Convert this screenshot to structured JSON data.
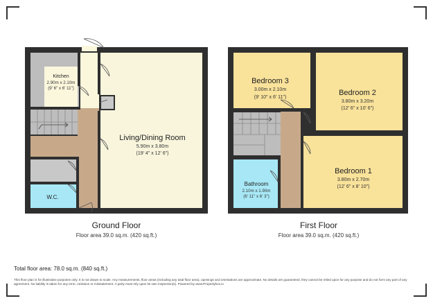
{
  "colors": {
    "wall": "#2f2f2f",
    "living": "#f8f5dc",
    "kitchen_hall": "#fbf7dd",
    "bedroom": "#f9e29a",
    "bathroom": "#a8e8f6",
    "wc": "#a8e8f6",
    "stairs_landing": "#c7a98a",
    "storage": "#c8c8c8",
    "stair_grey": "#bdbdbd"
  },
  "icons": [
    "corner-bracket-icon",
    "door-swing-icon",
    "stair-arrow-icon"
  ],
  "ground_floor": {
    "title": "Ground Floor",
    "area": "Floor area 39.0 sq.m. (420 sq.ft.)",
    "rooms": {
      "kitchen": {
        "name": "Kitchen",
        "dim_m": "2.90m x 2.10m",
        "dim_ft": "(9' 6\" x 6' 11\")"
      },
      "living": {
        "name": "Living/Dining Room",
        "dim_m": "5.90m x 3.80m",
        "dim_ft": "(19' 4\" x 12' 6\")"
      },
      "wc": {
        "name": "W.C."
      }
    }
  },
  "first_floor": {
    "title": "First Floor",
    "area": "Floor area 39.0 sq.m. (420 sq.ft.)",
    "rooms": {
      "bedroom3": {
        "name": "Bedroom 3",
        "dim_m": "3.00m x 2.10m",
        "dim_ft": "(9' 10\" x 6' 11\")"
      },
      "bedroom2": {
        "name": "Bedroom 2",
        "dim_m": "3.80m x 3.20m",
        "dim_ft": "(12' 6\" x 10' 6\")"
      },
      "bedroom1": {
        "name": "Bedroom 1",
        "dim_m": "3.80m x 2.70m",
        "dim_ft": "(12' 6\" x 8' 10\")"
      },
      "bathroom": {
        "name": "Bathroom",
        "dim_m": "2.10m x 1.90m",
        "dim_ft": "(6' 11\" x 6' 3\")"
      }
    }
  },
  "total_area": "Total floor area: 78.0 sq.m. (840 sq.ft.)",
  "disclaimer": "This floor plan is for illustrative purposes only. It is not drawn to scale. Any measurements, floor areas (including any total floor area), openings and orientations are approximate. No details are guaranteed, they cannot be relied upon for any purpose and do not form any part of any agreement. No liability is taken for any error, omission or misstatement. A party must rely upon its own inspection(s). Powered by www.Propertybox.io"
}
